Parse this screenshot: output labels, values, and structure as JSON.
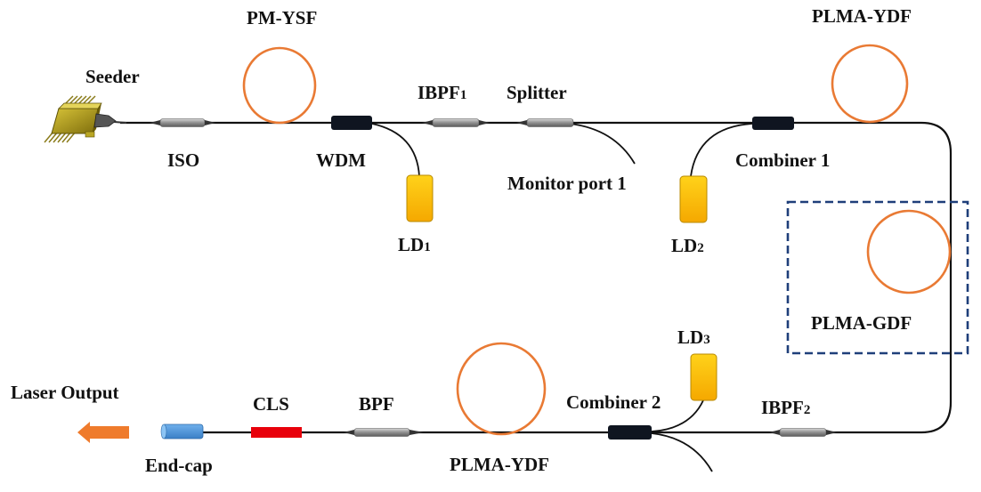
{
  "diagram": {
    "type": "fiber-laser-amplifier-schematic",
    "colors": {
      "fiber": "#111111",
      "coil": "#e97a34",
      "ld_fill": "#fbbf0a",
      "dashed_box": "#1f3f7a",
      "end_cap": "#4a90d9",
      "cls": "#e8000b",
      "arrow": "#ef7b2c",
      "coupler": "#111827",
      "filter": "#9a9a9a"
    },
    "labels": {
      "seeder": "Seeder",
      "iso": "ISO",
      "pm_ysf": "PM-YSF",
      "wdm": "WDM",
      "ld1_main": "LD",
      "ld1_sub": "1",
      "ibpf1_main": "IBPF",
      "ibpf1_sub": "1",
      "splitter": "Splitter",
      "monitor_port": "Monitor port 1",
      "ld2_main": "LD",
      "ld2_sub": "2",
      "combiner1": "Combiner 1",
      "plma_ydf_top": "PLMA-YDF",
      "plma_gdf": "PLMA-GDF",
      "ld3_main": "LD",
      "ld3_sub": "3",
      "combiner2": "Combiner 2",
      "ibpf2_main": "IBPF",
      "ibpf2_sub": "2",
      "plma_ydf_bottom": "PLMA-YDF",
      "bpf": "BPF",
      "cls": "CLS",
      "end_cap": "End-cap",
      "laser_output": "Laser Output"
    }
  }
}
